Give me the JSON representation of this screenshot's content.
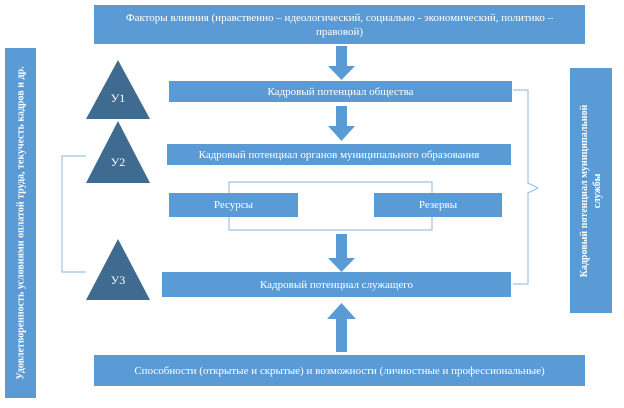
{
  "top_box": "Факторы влияния (нравственно – идеологический, социально - экономический, политико – правовой)",
  "potential_society": "Кадровый потенциал общества",
  "potential_municipal": "Кадровый потенциал органов муниципального образования",
  "resources": "Ресурсы",
  "reserves": "Резервы",
  "potential_employee": "Кадровый потенциал служащего",
  "bottom_box": "Способности (открытые и скрытые) и возможности (личностные и профессиональные)",
  "left_vertical": "Удовлетворенность условиями оплатой труда, текучесть кадров и др.",
  "right_vertical_line1": "Кадровый потенциал муниципальной",
  "right_vertical_line2": "службы",
  "triangles": {
    "t1": "У1",
    "t2": "У2",
    "t3": "У3"
  },
  "colors": {
    "box_fill": "#5b9bd5",
    "arrow_fill": "#5b9bd5",
    "triangle_fill": "#3e6b8f",
    "connector": "#9dc3e6"
  }
}
